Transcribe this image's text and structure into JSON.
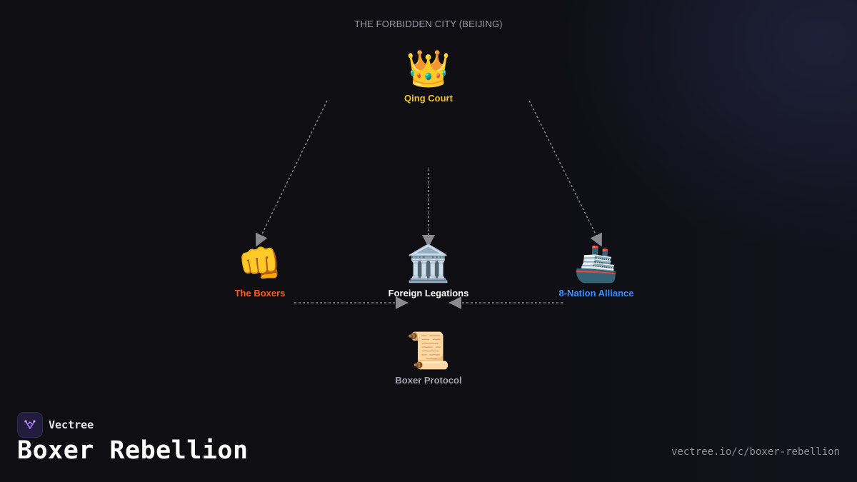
{
  "context_title": "THE FORBIDDEN CITY (BEIJING)",
  "nodes": {
    "court": {
      "icon": "👑",
      "icon_name": "crown-icon",
      "label": "Qing Court",
      "color": "#f5c518"
    },
    "boxers": {
      "icon": "👊",
      "icon_name": "fist-icon",
      "label": "The Boxers",
      "color": "#ff5a1f"
    },
    "legations": {
      "icon": "🏛️",
      "icon_name": "building-icon",
      "label": "Foreign Legations",
      "color": "#ffffff"
    },
    "alliance": {
      "icon": "🚢",
      "icon_name": "ship-icon",
      "label": "8-Nation Alliance",
      "color": "#3b8cff"
    },
    "protocol": {
      "icon": "📜",
      "icon_name": "scroll-icon",
      "label": "Boxer Protocol",
      "color": "#a3a3ad"
    }
  },
  "edges": [
    {
      "from": "court",
      "to": "boxers"
    },
    {
      "from": "court",
      "to": "legations"
    },
    {
      "from": "court",
      "to": "alliance"
    },
    {
      "from": "boxers",
      "to": "legations"
    },
    {
      "from": "alliance",
      "to": "legations"
    }
  ],
  "brand": {
    "name": "Vectree",
    "icon_name": "vectree-logo-icon",
    "accent": "#a06bff"
  },
  "page_title": "Boxer Rebellion",
  "url": "vectree.io/c/boxer-rebellion"
}
